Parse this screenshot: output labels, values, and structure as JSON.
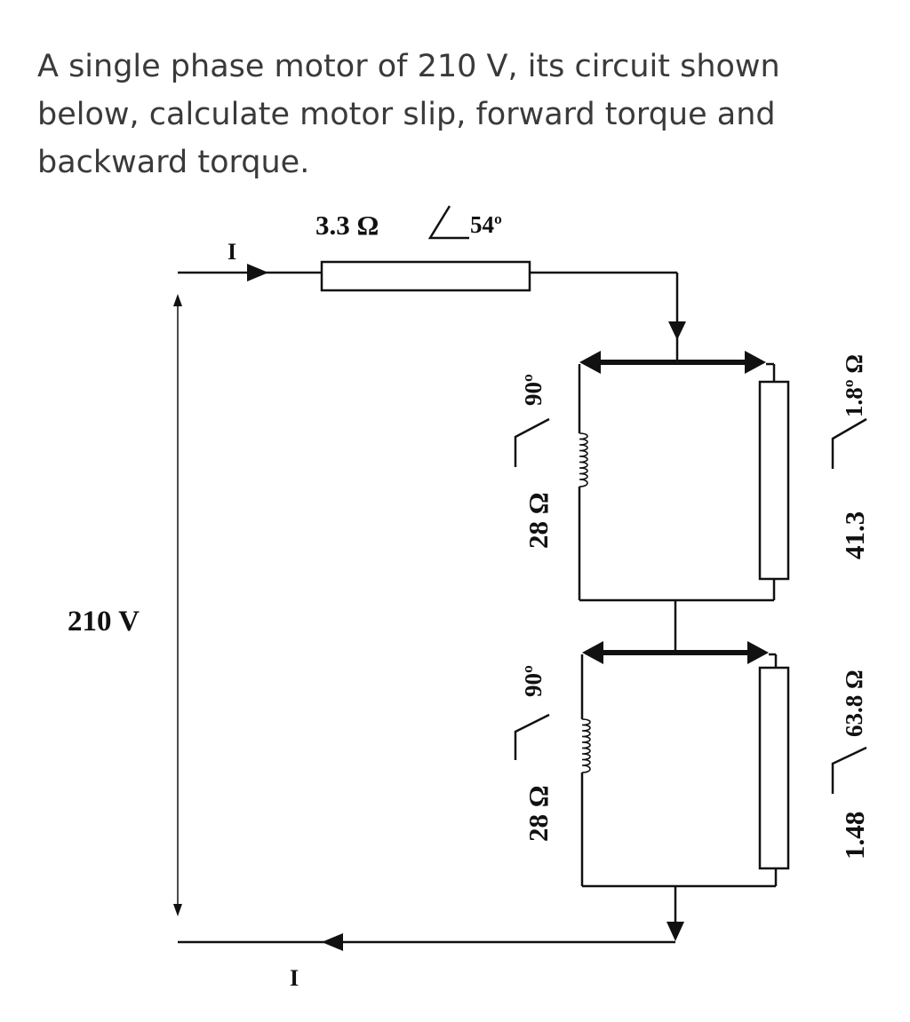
{
  "question": {
    "line1": "A single phase motor of 210 V, its circuit shown",
    "line2": "below, calculate motor slip, forward torque and",
    "line3": "backward torque."
  },
  "circuit": {
    "current_label_top": "I",
    "current_label_bottom": "I",
    "supply_voltage": "210 V",
    "stator_impedance_mag": "3.3 Ω",
    "stator_impedance_angle": "54º",
    "forward_reactance_mag": "28 Ω",
    "forward_reactance_angle": "90º",
    "forward_rotor_mag": "41.3",
    "forward_rotor_angle": "1.8º Ω",
    "backward_reactance_mag": "28 Ω",
    "backward_reactance_angle": "90º",
    "backward_rotor_mag": "1.48",
    "backward_rotor_angle": "63.8 Ω"
  },
  "colors": {
    "text": "#3a3a3a",
    "line": "#111111",
    "background": "#ffffff"
  }
}
